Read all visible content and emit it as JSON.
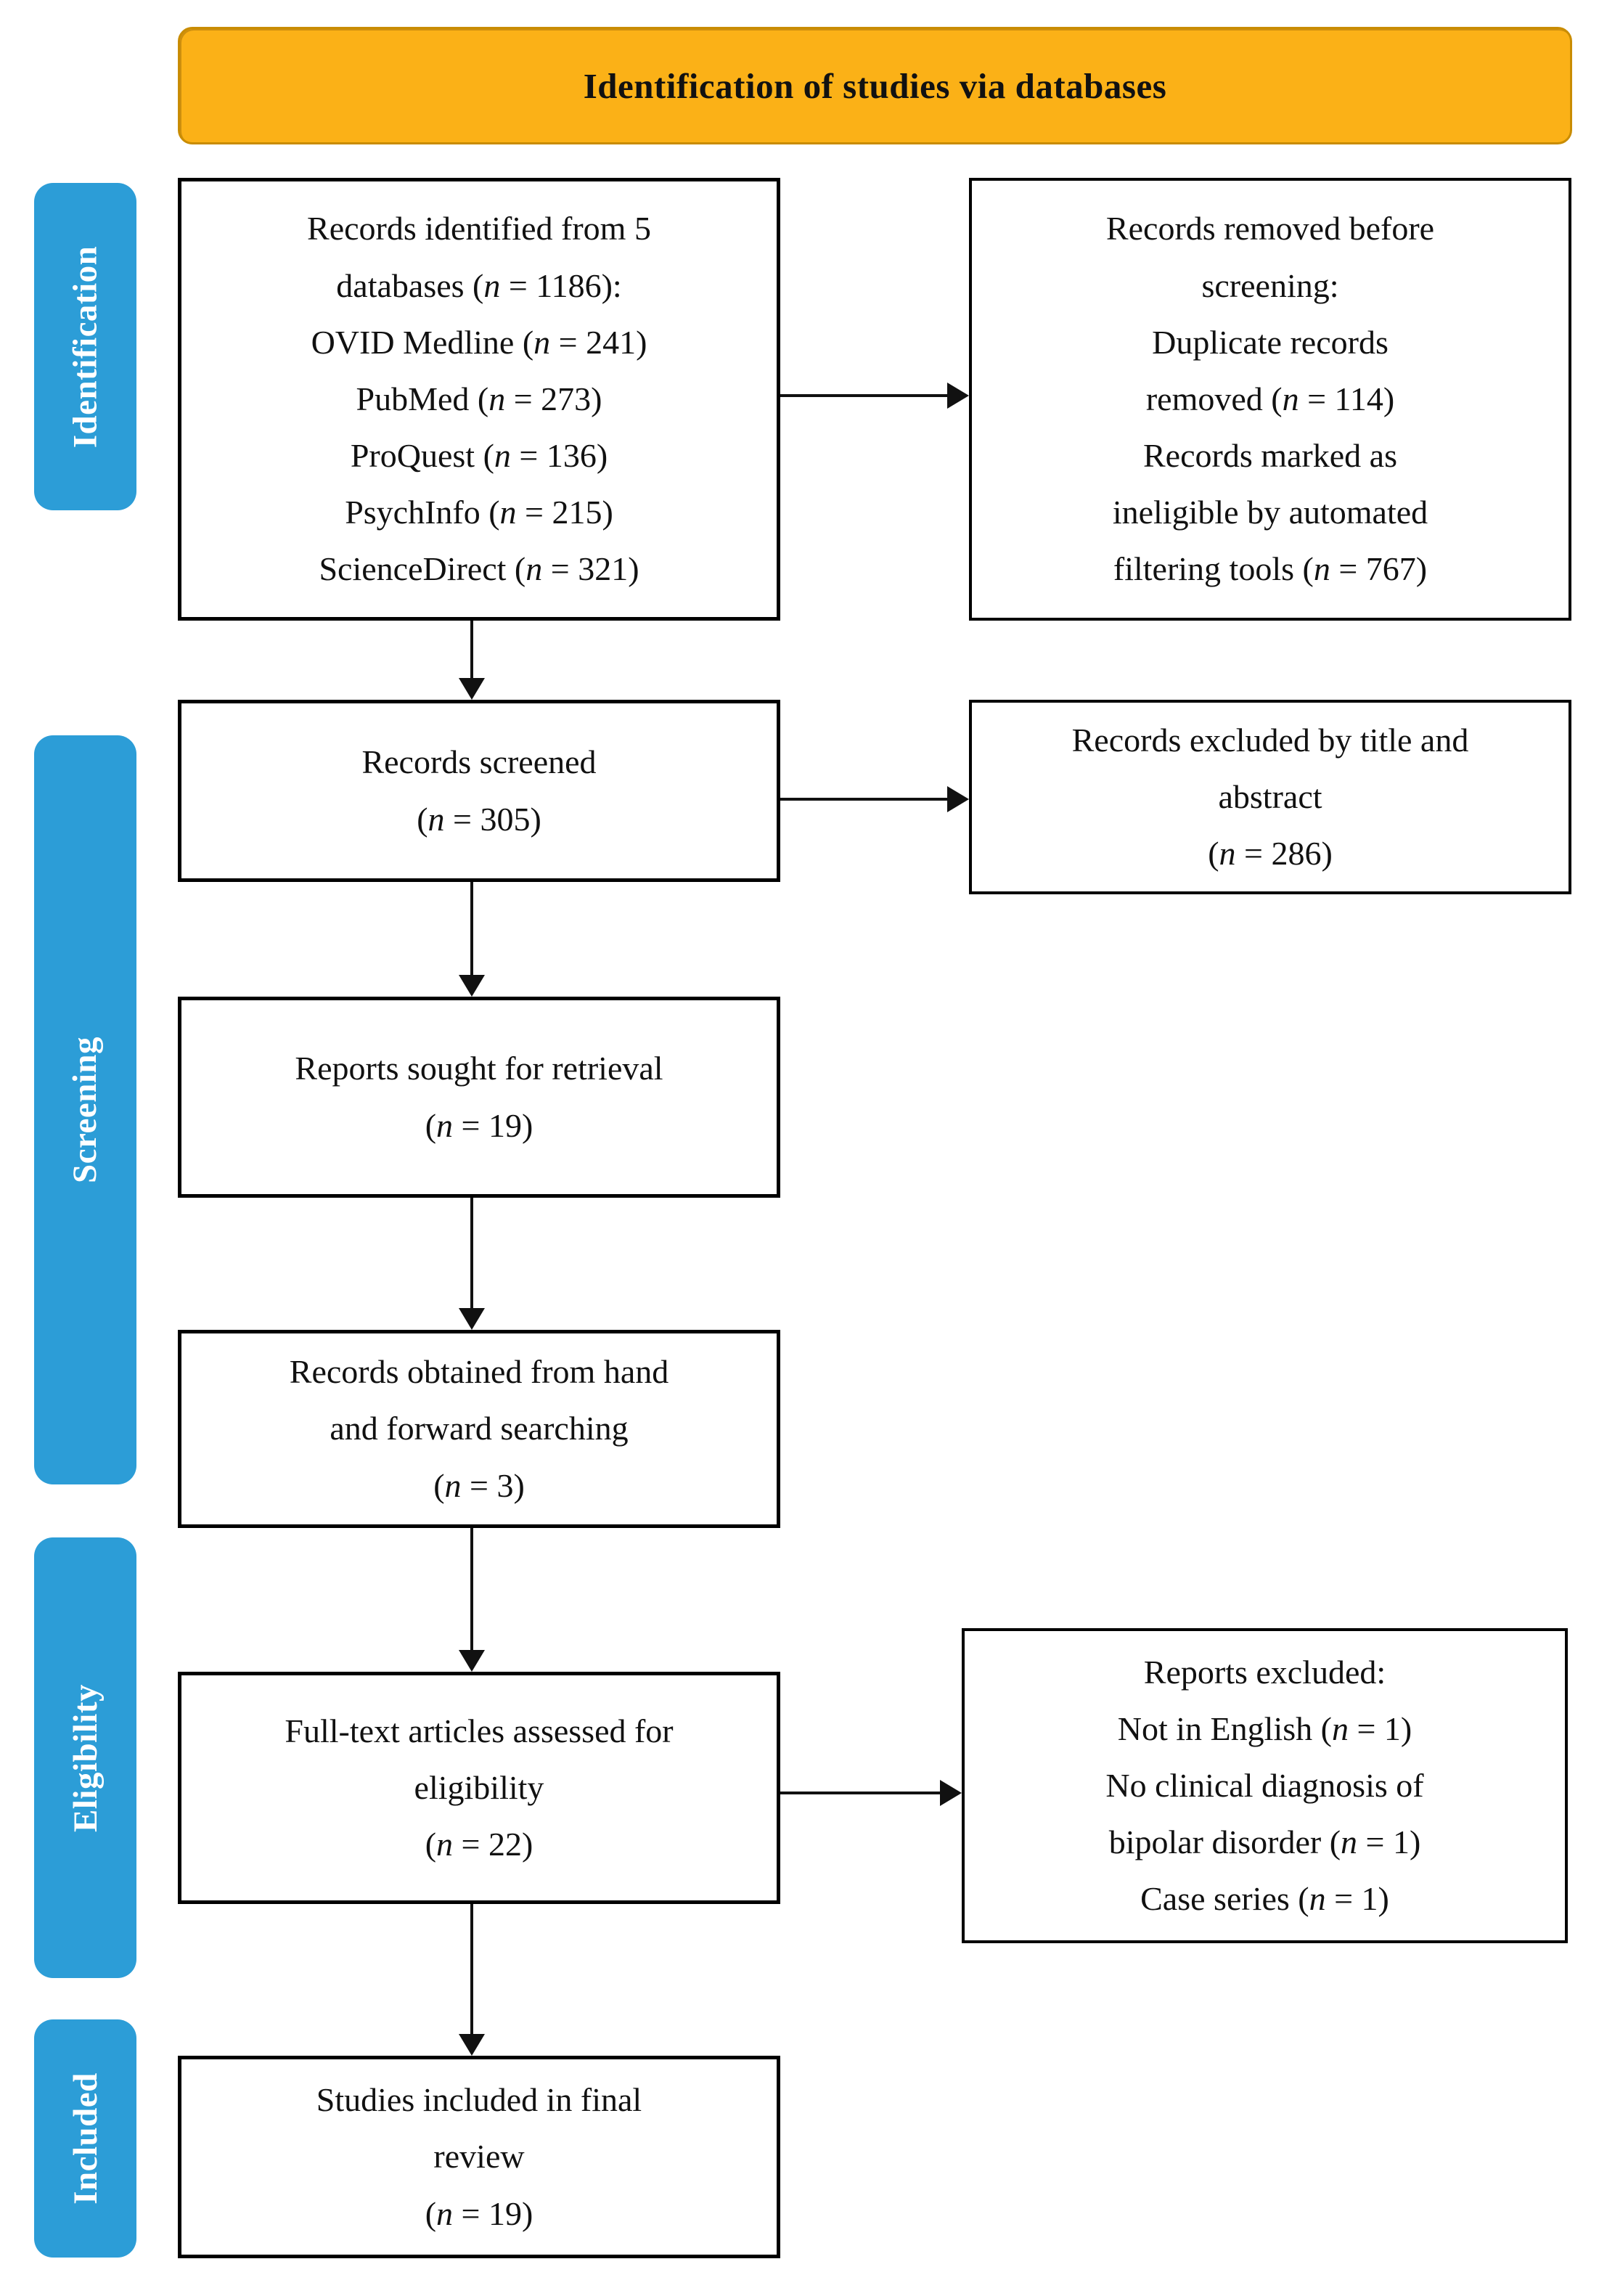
{
  "header": {
    "title": "Identification of studies via databases"
  },
  "colors": {
    "accent_blue": "#2C9DD7",
    "header_orange": "#FBB117",
    "header_border": "#C98C00",
    "box_border": "#000000",
    "arrow_color": "#111111"
  },
  "sidebar": {
    "items": [
      {
        "id": "identification",
        "label": "Identification"
      },
      {
        "id": "screening",
        "label": "Screening"
      },
      {
        "id": "eligibility",
        "label": "Eligibility"
      },
      {
        "id": "included",
        "label": "Included"
      }
    ]
  },
  "boxes": {
    "identified": {
      "lines": [
        "Records identified from 5",
        "databases (n = 1186):",
        "OVID Medline (n = 241)",
        "PubMed (n = 273)",
        "ProQuest (n = 136)",
        "PsychInfo (n = 215)",
        "ScienceDirect (n = 321)"
      ]
    },
    "removed_before_screening": {
      "lines": [
        "Records removed before",
        "screening:",
        "Duplicate records",
        "removed (n = 114)",
        "Records marked as",
        "ineligible by automated",
        "filtering tools (n = 767)"
      ]
    },
    "screened": {
      "lines": [
        "Records screened",
        "(n = 305)"
      ]
    },
    "excluded_title_abstract": {
      "lines": [
        "Records excluded by title and",
        "abstract",
        "(n = 286)"
      ]
    },
    "sought_retrieval": {
      "lines": [
        "Reports sought for retrieval",
        "(n = 19)"
      ]
    },
    "hand_forward_searching": {
      "lines": [
        "Records obtained from hand",
        "and forward searching",
        "(n = 3)"
      ]
    },
    "fulltext_assessed": {
      "lines": [
        "Full-text articles assessed for",
        "eligibility",
        "(n = 22)"
      ]
    },
    "reports_excluded": {
      "lines": [
        "Reports excluded:",
        "Not in English (n = 1)",
        "No clinical diagnosis of",
        "bipolar disorder (n = 1)",
        "Case series (n = 1)"
      ]
    },
    "included_final_review": {
      "lines": [
        "Studies included in final",
        "review",
        "(n = 19)"
      ]
    }
  }
}
